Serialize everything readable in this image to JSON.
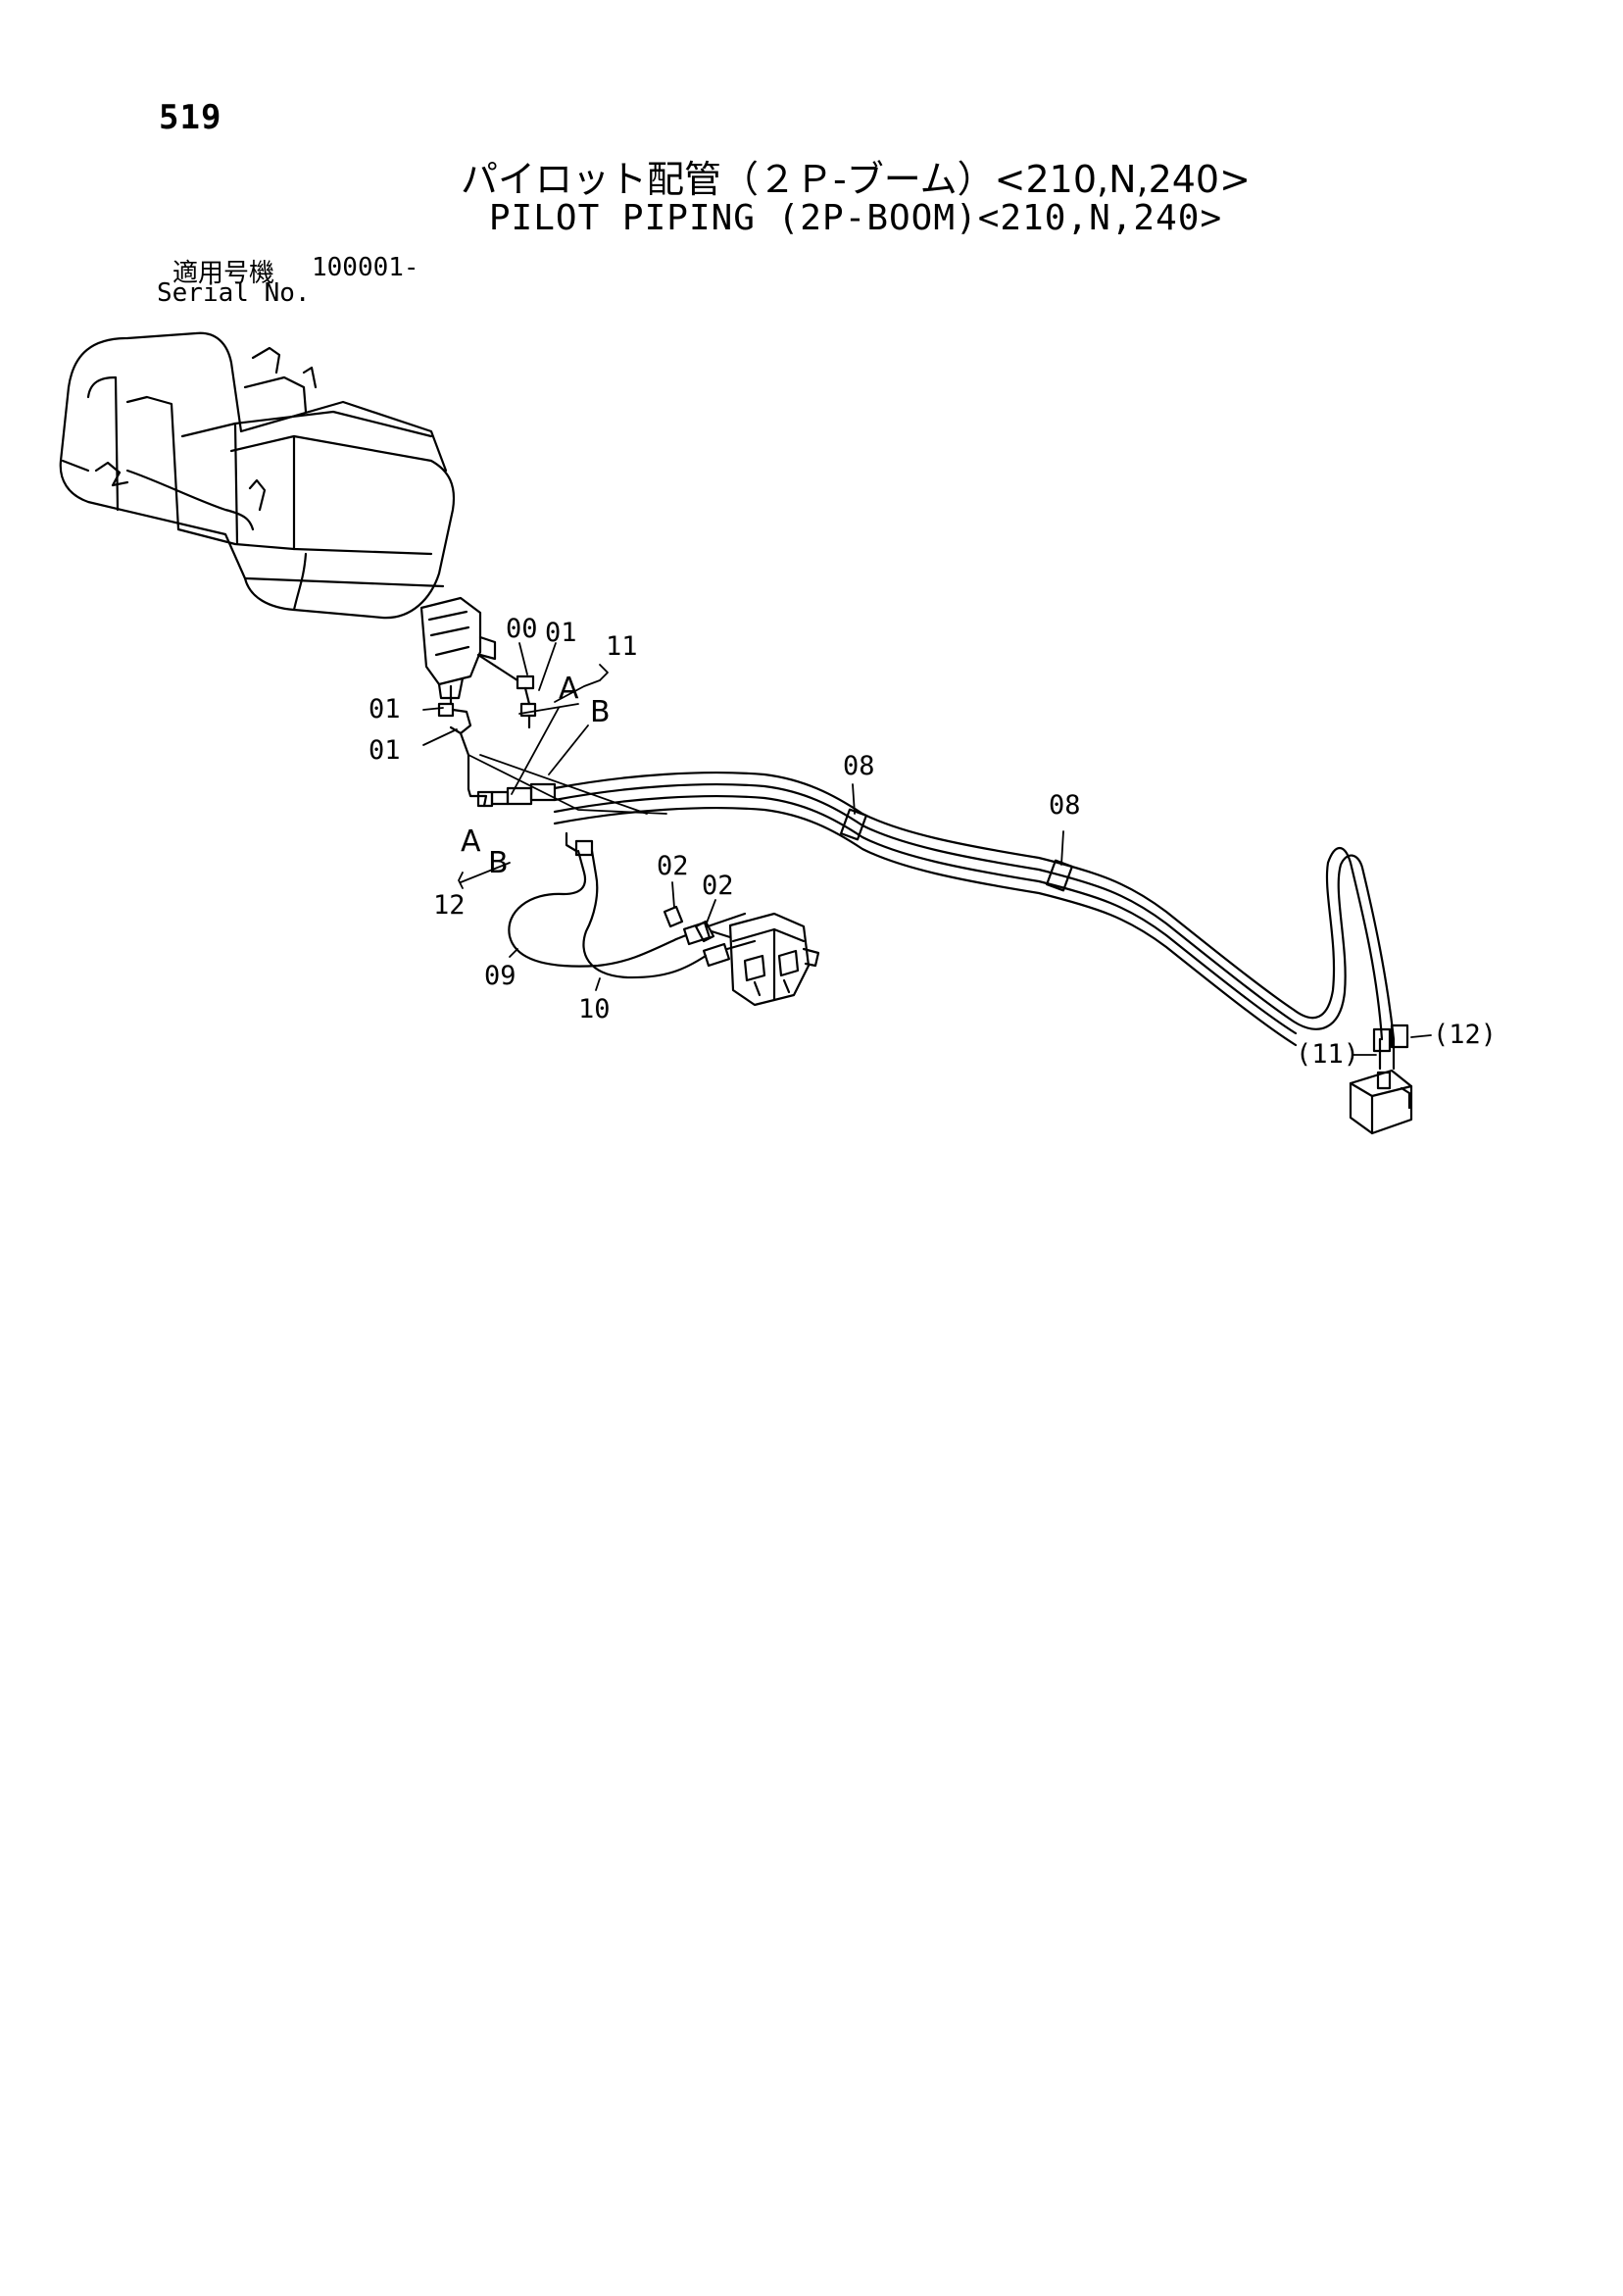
{
  "header": {
    "page_number": "519",
    "title_jp": "パイロット配管（２Ｐ-ブーム）<210,N,240>",
    "title_en": "PILOT PIPING (2P-BOOM)<210,N,240>",
    "serial_label_jp": "適用号機",
    "serial_value": "100001-",
    "serial_label_en": "Serial No."
  },
  "callouts": {
    "c00": "00",
    "c01a": "01",
    "c01b": "01",
    "c01c": "01",
    "c02a": "02",
    "c02b": "02",
    "c08a": "08",
    "c08b": "08",
    "c09": "09",
    "c10": "10",
    "c11": "11",
    "c12": "12",
    "c11p": "(11)",
    "c12p": "(12)",
    "A1": "A",
    "B1": "B",
    "A2": "A",
    "B2": "B"
  }
}
